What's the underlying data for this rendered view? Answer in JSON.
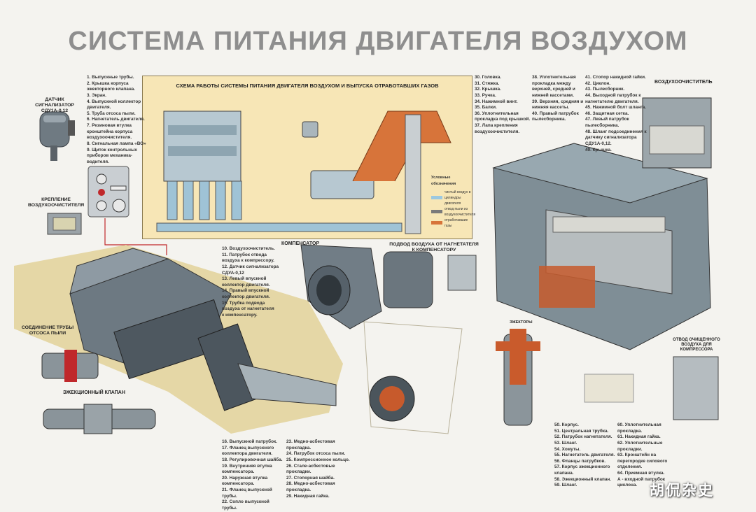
{
  "title": "СИСТЕМА ПИТАНИЯ ДВИГАТЕЛЯ ВОЗДУХОМ",
  "scheme_title": "СХЕМА РАБОТЫ СИСТЕМЫ ПИТАНИЯ ДВИГАТЕЛЯ ВОЗДУХОМ И ВЫПУСКА ОТРАБОТАВШИХ ГАЗОВ",
  "captions": {
    "sensor": "ДАТЧИК СИГНАЛИЗАТОР\nСДУ1А-0,12",
    "mount": "КРЕПЛЕНИЕ\nВОЗДУХООЧИСТИТЕЛЯ",
    "pipe_joint": "СОЕДИНЕНИЕ ТРУБЫ\nОТСОСА ПЫЛИ",
    "ejection_valve": "ЭЖЕКЦИОННЫЙ КЛАПАН",
    "compensator": "КОМПЕНСАТОР",
    "air_supply": "ПОДВОД ВОЗДУХА ОТ НАГНЕТАТЕЛЯ\nК КОМПЕНСАТОРУ",
    "cleaner": "ВОЗДУХООЧИСТИТЕЛЬ",
    "ejectors": "ЭЖЕКТОРЫ",
    "clean_air": "ОТВОД ОЧИЩЕННОГО\nВОЗДУХА ДЛЯ\nКОМПРЕССОРА",
    "legend_title": "Условные обозначения",
    "legend_items": [
      "чистый воздух в цилиндры двигателя",
      "отвод пыли из воздухоочистителя",
      "отработавшие газы"
    ]
  },
  "legend_colors": [
    "#9cc8e0",
    "#7a7a7a",
    "#d7743a"
  ],
  "list_a": [
    "1. Выпускные трубы.",
    "2. Крышка корпуса",
    "   эжекторного клапана.",
    "3. Экран.",
    "4. Выпускной коллектор",
    "   двигателя.",
    "5. Труба отсоса пыли.",
    "6. Нагнетатель двигателя.",
    "7. Резиновая втулка",
    "   кронштейна корпуса",
    "   воздухоочистителя.",
    "8. Сигнальная лампа «ВО»",
    "9. Щиток контрольных",
    "   приборов механика-",
    "   водителя."
  ],
  "list_b": [
    "30. Головка.",
    "31. Стяжка.",
    "32. Крышка.",
    "33. Ручка.",
    "34. Нажимной винт.",
    "35. Балки.",
    "36. Уплотнительная",
    "    прокладка под крышкой.",
    "37. Лапа крепления",
    "    воздухоочистителя."
  ],
  "list_c": [
    "38. Уплотнительная",
    "    прокладка между",
    "    верхней, средней и",
    "    нижней кассетами.",
    "39. Верхняя, средняя и",
    "    нижняя кассеты.",
    "40. Правый патрубок",
    "    пылесборника."
  ],
  "list_d": [
    "41. Стопор накидной гайки.",
    "42. Циклон.",
    "43. Пылесборник.",
    "44. Выходной патрубок к",
    "    нагнетателю двигателя.",
    "45. Нажимной болт шланга.",
    "46. Защитная сетка.",
    "47. Левый патрубок",
    "    пылесборника.",
    "48. Шланг подсоединения к",
    "    датчику сигнализатора",
    "    СДУ1А-0,12.",
    "49. Крышка."
  ],
  "list_e": [
    "10. Воздухоочиститель.",
    "11. Патрубок отвода",
    "    воздуха к компрессору.",
    "12. Датчик сигнализатора",
    "    СДУА-0,12",
    "13. Левый впускной",
    "    коллектор двигателя.",
    "14. Правый впускной",
    "    коллектор двигателя.",
    "15. Трубка подвода",
    "    воздуха от нагнетателя",
    "    к компенсатору."
  ],
  "list_f": [
    "16. Выпускной патрубок.",
    "17. Фланец выпускного",
    "    коллектора двигателя.",
    "18. Регулировочная шайба.",
    "19. Внутренняя втулка",
    "    компенсатора.",
    "20. Наружная втулка",
    "    компенсатора.",
    "21. Фланец выпускной",
    "    трубы.",
    "22. Сопло выпускной",
    "    трубы."
  ],
  "list_g": [
    "23. Медно-асбестовая",
    "    прокладка.",
    "24. Патрубок отсоса пыли.",
    "25. Компрессионное кольцо.",
    "26. Стале-асбестовые",
    "    прокладки.",
    "27. Стопорная шайба.",
    "28. Медно-асбестовая",
    "    прокладка.",
    "29. Накидная гайка."
  ],
  "list_h": [
    "50. Корпус.",
    "51. Центральная трубка.",
    "52. Патрубок нагнетателя.",
    "53. Шланг.",
    "54. Хомуты.",
    "55. Нагнетатель двигателя.",
    "56. Фланцы патрубков.",
    "57. Корпус эжекционного",
    "    клапана.",
    "58. Эжекционный клапан.",
    "59. Шланг."
  ],
  "list_i": [
    "60. Уплотнительная",
    "    прокладка.",
    "61. Накидная гайка.",
    "62. Уплотнительные",
    "    прокладки.",
    "63. Кронштейн на",
    "    перегородке силового",
    "    отделения.",
    "64. Приемная втулка.",
    "А - входной патрубок",
    "    циклона."
  ],
  "watermark": "胡侃杂史"
}
